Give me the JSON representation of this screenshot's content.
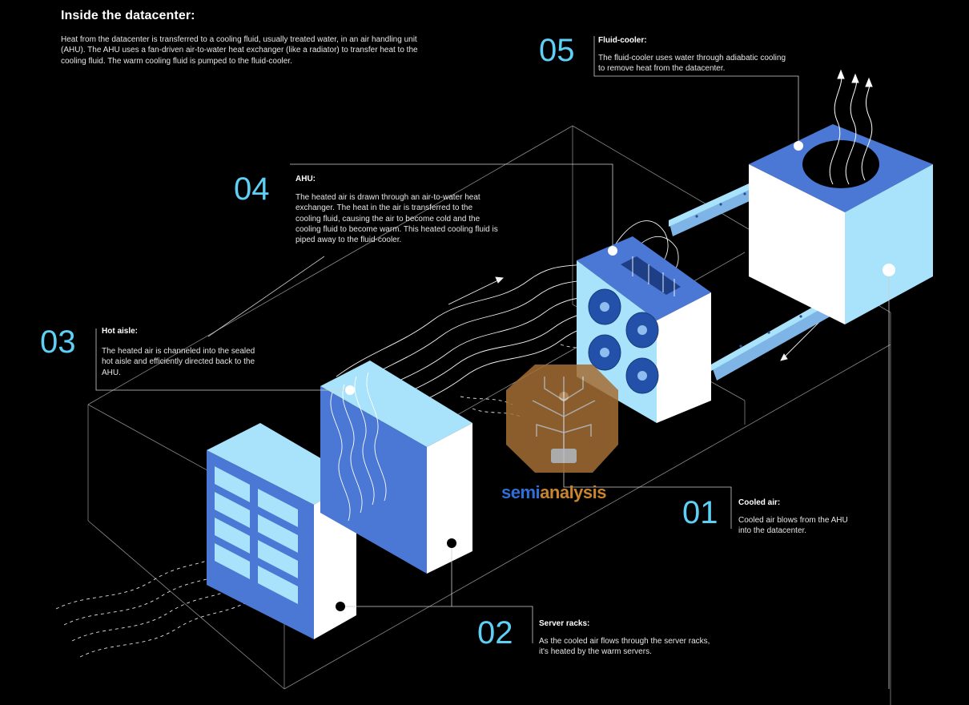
{
  "title": "Inside the datacenter:",
  "intro": "Heat from the datacenter is transferred to a cooling fluid, usually treated water, in an air handling unit (AHU). The AHU uses a fan-driven air-to-water heat exchanger (like a radiator) to transfer heat to the cooling fluid. The warm cooling fluid is pumped to the fluid-cooler.",
  "steps": [
    {
      "id": "01",
      "label": "Cooled air:",
      "text": "Cooled air blows from the AHU into the datacenter."
    },
    {
      "id": "02",
      "label": "Server racks:",
      "text": "As the cooled air flows through the server racks, it's heated by the warm servers."
    },
    {
      "id": "03",
      "label": "Hot aisle:",
      "text": "The heated air is channeled into the sealed hot aisle and efficiently directed back to the AHU."
    },
    {
      "id": "04",
      "label": "AHU:",
      "text": "The heated air is drawn through an air-to-water heat exchanger. The heat in the air is transferred to the cooling fluid, causing the air to become cold and the cooling fluid to become warm. This heated cooling fluid is piped away to the fluid-cooler."
    },
    {
      "id": "05",
      "label": "Fluid-cooler:",
      "text": "The fluid-cooler uses water through adiabatic cooling to remove heat from the datacenter."
    }
  ],
  "watermark": {
    "part1": "semi",
    "part2": "analysis"
  },
  "colors": {
    "number": "#5fd0f5",
    "light_blue": "#a8e3fb",
    "mid_blue": "#4a78d4",
    "white": "#ffffff",
    "pipe": "#7fb4e6",
    "logo_brown": "#a56e34"
  }
}
